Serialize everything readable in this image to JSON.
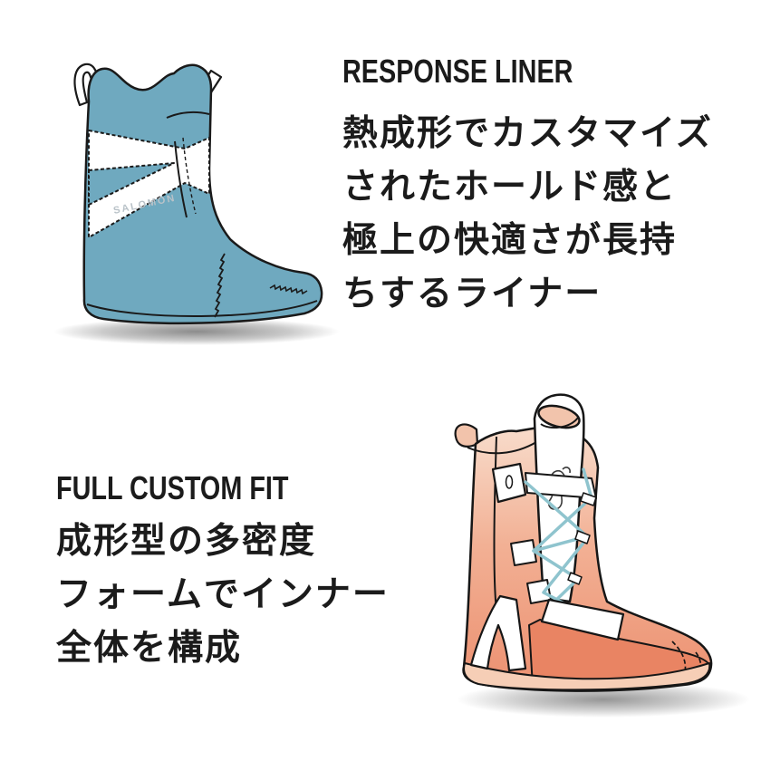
{
  "page": {
    "background": "#ffffff",
    "text_color": "#1b1b1b"
  },
  "sections": [
    {
      "heading": "RESPONSE LINER",
      "lines": [
        "熱成形でカスタマイズ",
        "されたホールド感と",
        "極上の快適さが長持",
        "ちするライナー"
      ]
    },
    {
      "heading": "FULL CUSTOM FIT",
      "lines": [
        "成形型の多密度",
        "フォームでインナー",
        "全体を構成"
      ]
    }
  ],
  "illustrations": {
    "blue_boot": {
      "alt": "blue snowboard boot liner side view",
      "logo_text": "SALOMON",
      "colors": {
        "body": "#6FA9BF",
        "outline": "#1a1a1a",
        "band": "#ffffff"
      }
    },
    "orange_boot": {
      "alt": "orange custom-fit inner liner with pull handle and laces",
      "colors": {
        "shaft_top": "#F8DCCB",
        "shaft_bottom": "#EC9070",
        "toe": "#E98463",
        "laces": "#8FC4CE",
        "sole": "#F6CEB6",
        "outline": "#161616"
      }
    }
  }
}
